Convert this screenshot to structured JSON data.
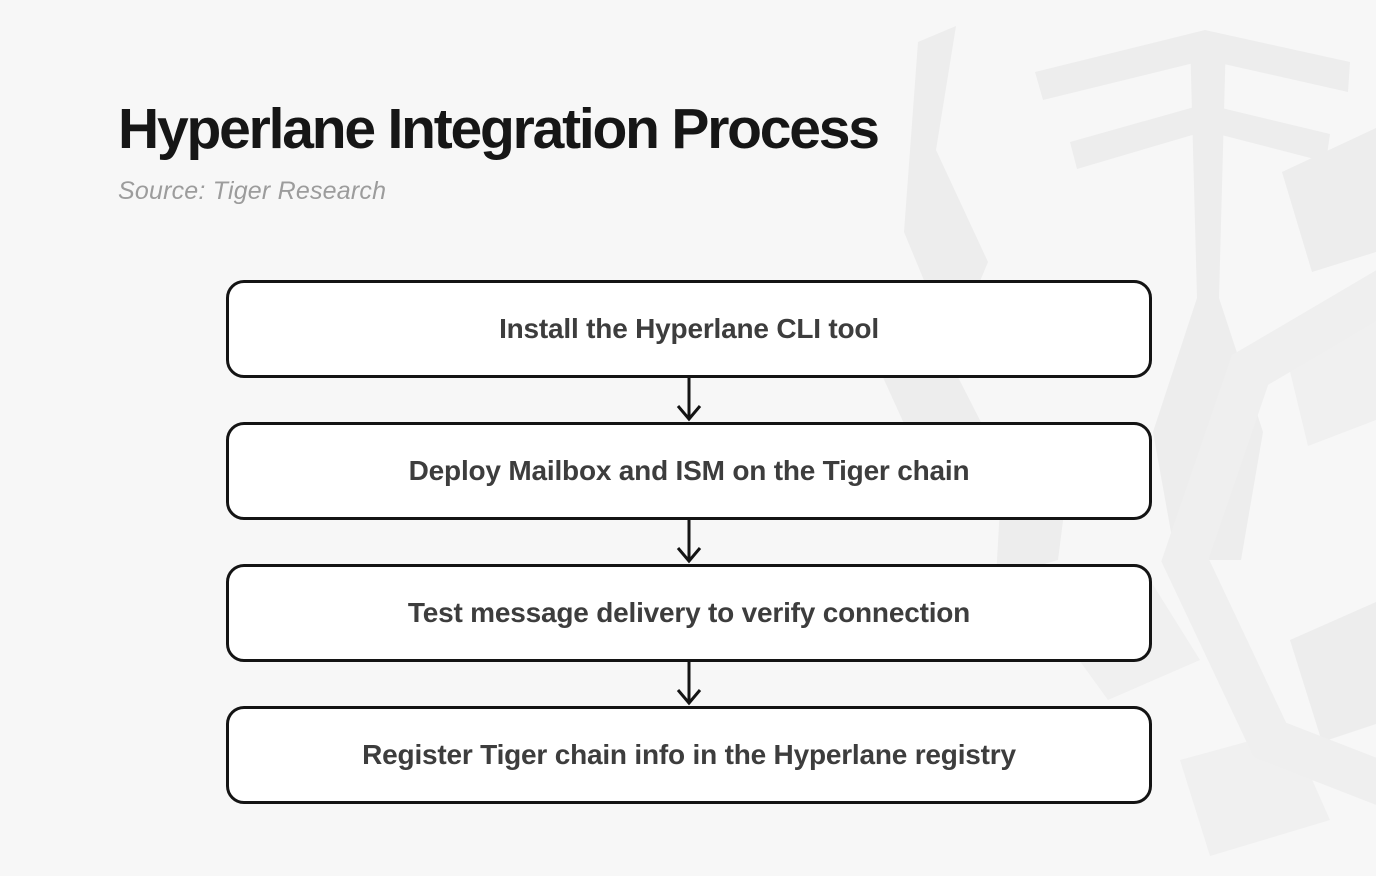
{
  "header": {
    "title": "Hyperlane Integration Process",
    "source": "Source: Tiger Research"
  },
  "flow": {
    "steps": [
      {
        "label": "Install the Hyperlane CLI tool"
      },
      {
        "label": "Deploy Mailbox and ISM on the Tiger chain"
      },
      {
        "label": "Test message delivery to verify connection"
      },
      {
        "label": "Register Tiger chain info in the Hyperlane registry"
      }
    ],
    "connector": "arrow-down"
  },
  "watermark": {
    "name": "tiger-research-logo",
    "description": "faint geometric tiger-face logo in background, right side"
  },
  "colors": {
    "page_background": "#f7f7f7",
    "box_background": "#ffffff",
    "box_border": "#141414",
    "box_text": "#3d3d3d",
    "title_text": "#161616",
    "source_text": "#9c9c9c",
    "arrow": "#141414",
    "watermark": "#ededed"
  }
}
